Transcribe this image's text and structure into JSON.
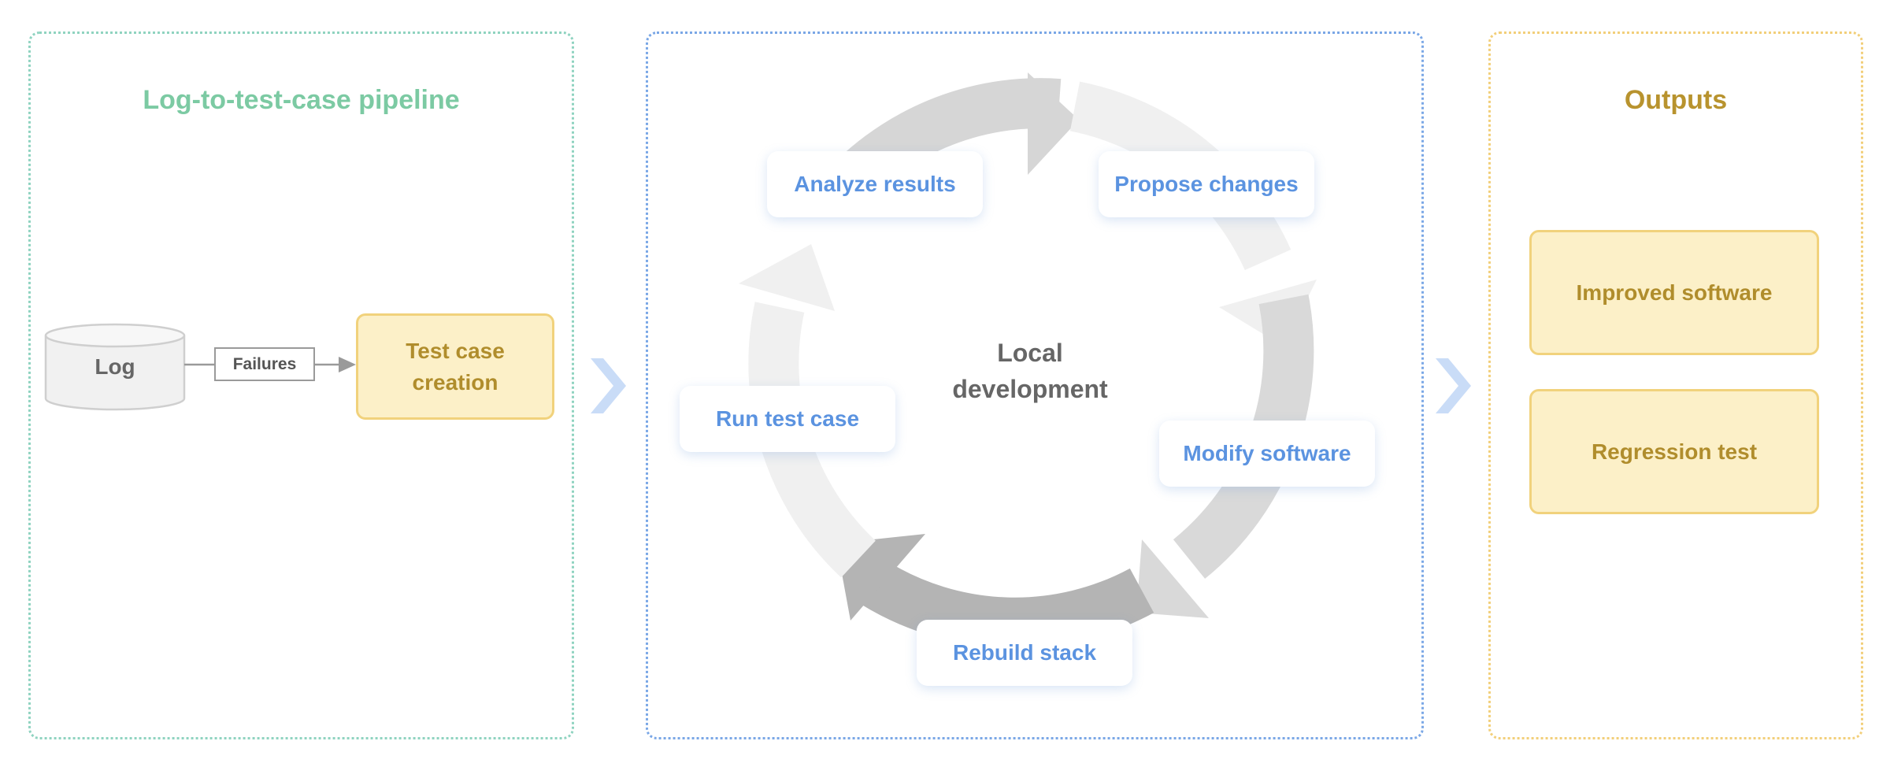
{
  "left_panel": {
    "title": "Log-to-test-case pipeline",
    "log_label": "Log",
    "edge_label": "Failures",
    "process_label": "Test case creation"
  },
  "middle_panel": {
    "center_label_line1": "Local",
    "center_label_line2": "development",
    "steps": [
      {
        "label": "Analyze results"
      },
      {
        "label": "Propose changes"
      },
      {
        "label": "Modify software"
      },
      {
        "label": "Rebuild stack"
      },
      {
        "label": "Run test case"
      }
    ]
  },
  "right_panel": {
    "title": "Outputs",
    "outputs": [
      {
        "label": "Improved software"
      },
      {
        "label": "Regression test"
      }
    ]
  },
  "colors": {
    "teal_title": "#7ccaa3",
    "gold_title": "#b8932e",
    "step_text": "#5b93e0",
    "yellow_fill": "#fcf0c8",
    "yellow_border": "#f1d27c",
    "chevron": "#c9dcf7"
  }
}
